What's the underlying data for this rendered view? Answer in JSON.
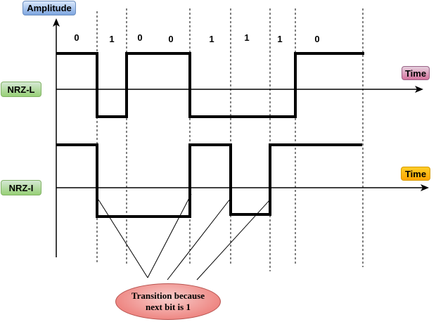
{
  "axis": {
    "amplitude_label": "Amplitude",
    "time_label_1": "Time",
    "time_label_2": "Time"
  },
  "signals": {
    "nrz_l_label": "NRZ-L",
    "nrz_i_label": "NRZ-I"
  },
  "bits": [
    "0",
    "1",
    "0",
    "0",
    "1",
    "1",
    "1",
    "0"
  ],
  "note": {
    "line1": "Transition because",
    "line2": "next bit is 1"
  },
  "colors": {
    "amplitude_box": "#7ea6e0",
    "signal_boxes": "#97d077",
    "time_box_1": "#d5739d",
    "time_box_2": "#ffa500",
    "note_ellipse": "#ea6b66"
  }
}
